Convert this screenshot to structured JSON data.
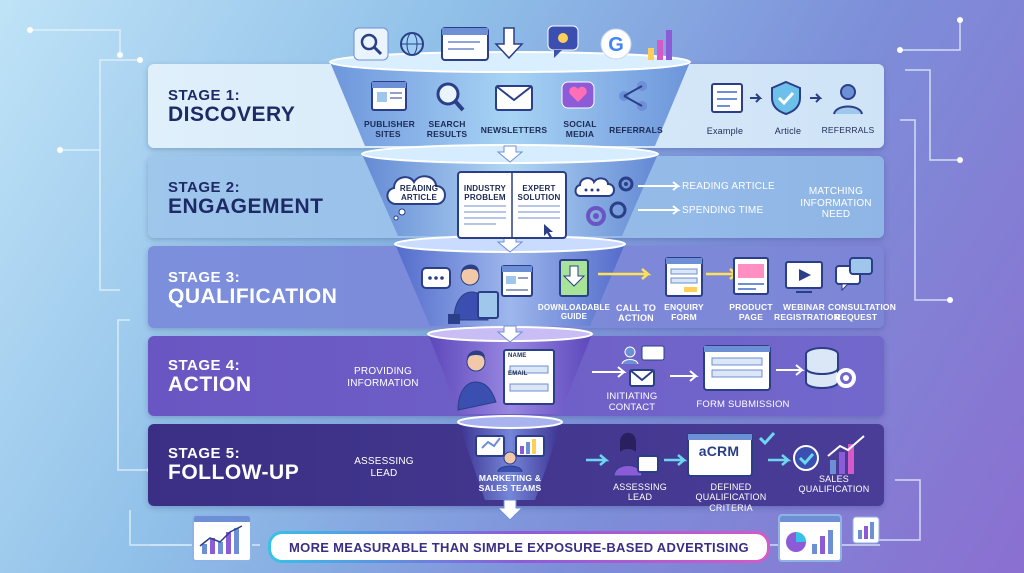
{
  "stages": [
    {
      "num": "STAGE 1:",
      "name": "DISCOVERY",
      "items": [
        "PUBLISHER SITES",
        "SEARCH RESULTS",
        "NEWSLETTERS",
        "SOCIAL MEDIA",
        "REFERRALS"
      ],
      "flow": [
        "Example",
        "Article",
        "REFERRALS"
      ]
    },
    {
      "num": "STAGE 2:",
      "name": "ENGAGEMENT",
      "bubble": "READING ARTICLE",
      "page_left": "INDUSTRY PROBLEM",
      "page_right": "EXPERT SOLUTION",
      "right1": "READING ARTICLE",
      "right2": "SPENDING TIME",
      "right3": "MATCHING INFORMATION NEED"
    },
    {
      "num": "STAGE 3:",
      "name": "QUALIFICATION",
      "items": [
        "DOWNLOADABLE GUIDE",
        "CALL TO ACTION",
        "ENQUIRY FORM",
        "PRODUCT PAGE",
        "WEBINAR REGISTRATION",
        "CONSULTATION REQUEST"
      ]
    },
    {
      "num": "STAGE 4:",
      "name": "ACTION",
      "left": "PROVIDING INFORMATION",
      "form_name": "NAME",
      "form_email": "EMAIL",
      "items": [
        "INITIATING CONTACT",
        "FORM SUBMISSION"
      ]
    },
    {
      "num": "STAGE 5:",
      "name": "FOLLOW-UP",
      "left": "ASSESSING LEAD",
      "center": "MARKETING & SALES TEAMS",
      "crm": "aCRM",
      "items": [
        "ASSESSING LEAD",
        "DEFINED QUALIFICATION CRITERIA",
        "SALES QUALIFICATION"
      ]
    }
  ],
  "banner": "MORE MEASURABLE THAN SIMPLE EXPOSURE-BASED ADVERTISING",
  "colors": {
    "accent_cyan": "#36c2e8",
    "accent_purple": "#8d5bd8",
    "accent_pink": "#d45bc7",
    "funnel_blue": "#5b7fd4"
  }
}
